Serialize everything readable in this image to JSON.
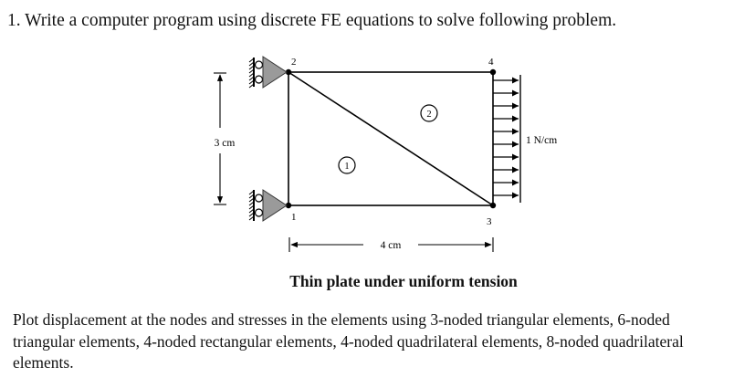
{
  "problem": {
    "heading": "1. Write a computer program using discrete FE equations to solve following problem."
  },
  "figure": {
    "node_labels": [
      "1",
      "2",
      "3",
      "4"
    ],
    "element_labels": [
      "1",
      "2"
    ],
    "height_dim": "3 cm",
    "width_dim": "4 cm",
    "load_label": "1 N/cm"
  },
  "caption": "Thin plate under uniform tension",
  "body": "Plot displacement at the nodes and stresses in the elements using 3-noded triangular elements, 6-noded triangular elements, 4-noded rectangular elements, 4-noded quadrilateral elements, 8-noded quadrilateral elements."
}
